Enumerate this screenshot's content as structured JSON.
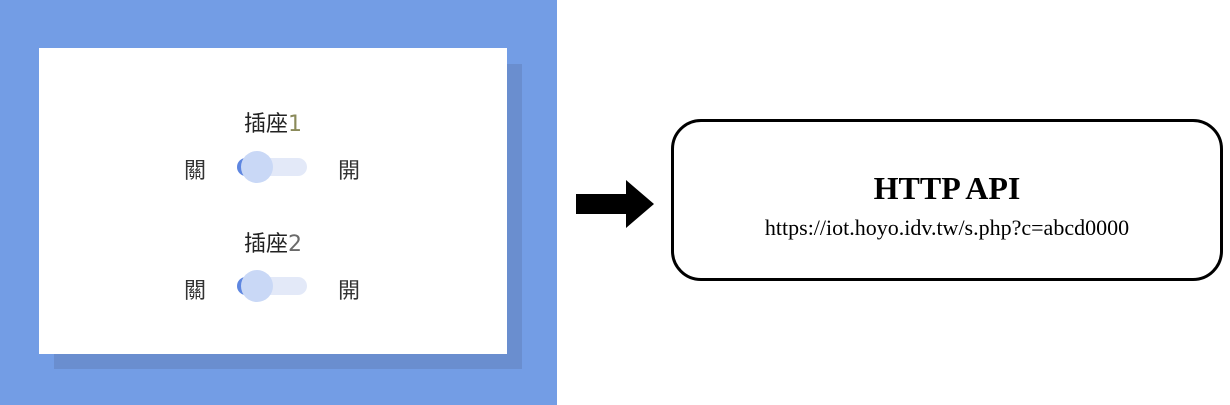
{
  "sockets": [
    {
      "name": "插座",
      "number": "1",
      "off_label": "關",
      "on_label": "開",
      "state": "off"
    },
    {
      "name": "插座",
      "number": "2",
      "off_label": "關",
      "on_label": "開",
      "state": "off"
    }
  ],
  "api": {
    "title": "HTTP API",
    "url": "https://iot.hoyo.idv.tw/s.php?c=abcd0000"
  },
  "colors": {
    "panel": "#739DE5",
    "card_shadow": "#6A8ECF",
    "toggle_accent": "#5E86E0",
    "toggle_thumb": "#C9D8F6",
    "toggle_track": "#E3E9F8"
  },
  "icons": {
    "arrow": "right-arrow-icon"
  }
}
